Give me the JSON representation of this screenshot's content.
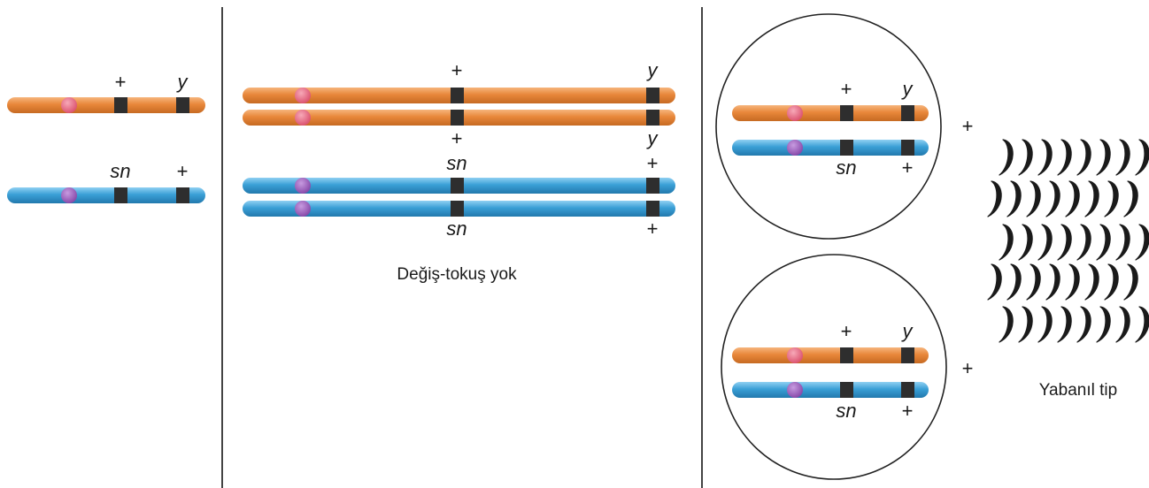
{
  "colors": {
    "orange_chromosome": "#e8873a",
    "blue_chromosome": "#3a9fd6",
    "orange_centromere": "#e8607a",
    "blue_centromere": "#9a5bb8",
    "gene_band": "#2e2e2e",
    "divider": "#444444"
  },
  "panel_parents": {
    "orange": {
      "left_allele": "+",
      "right_allele": "y"
    },
    "blue": {
      "left_allele": "sn",
      "right_allele": "+"
    }
  },
  "panel_meiosis": {
    "orange_top": {
      "left_allele": "+",
      "right_allele": "y"
    },
    "orange_bottom": {
      "left_allele": "+",
      "right_allele": "y"
    },
    "blue_top": {
      "left_allele": "sn",
      "right_allele": "+"
    },
    "blue_bottom": {
      "left_allele": "sn",
      "right_allele": "+"
    },
    "caption": "Değiş-tokuş yok"
  },
  "panel_progeny": {
    "cell_1": {
      "orange": {
        "left_allele": "+",
        "right_allele": "y"
      },
      "blue": {
        "left_allele": "sn",
        "right_allele": "+"
      },
      "plus_sign": "+"
    },
    "cell_2": {
      "orange": {
        "left_allele": "+",
        "right_allele": "y"
      },
      "blue": {
        "left_allele": "sn",
        "right_allele": "+"
      },
      "plus_sign": "+"
    },
    "bristle_icon": "curved-bristle-icon",
    "result_label": "Yabanıl tip"
  }
}
